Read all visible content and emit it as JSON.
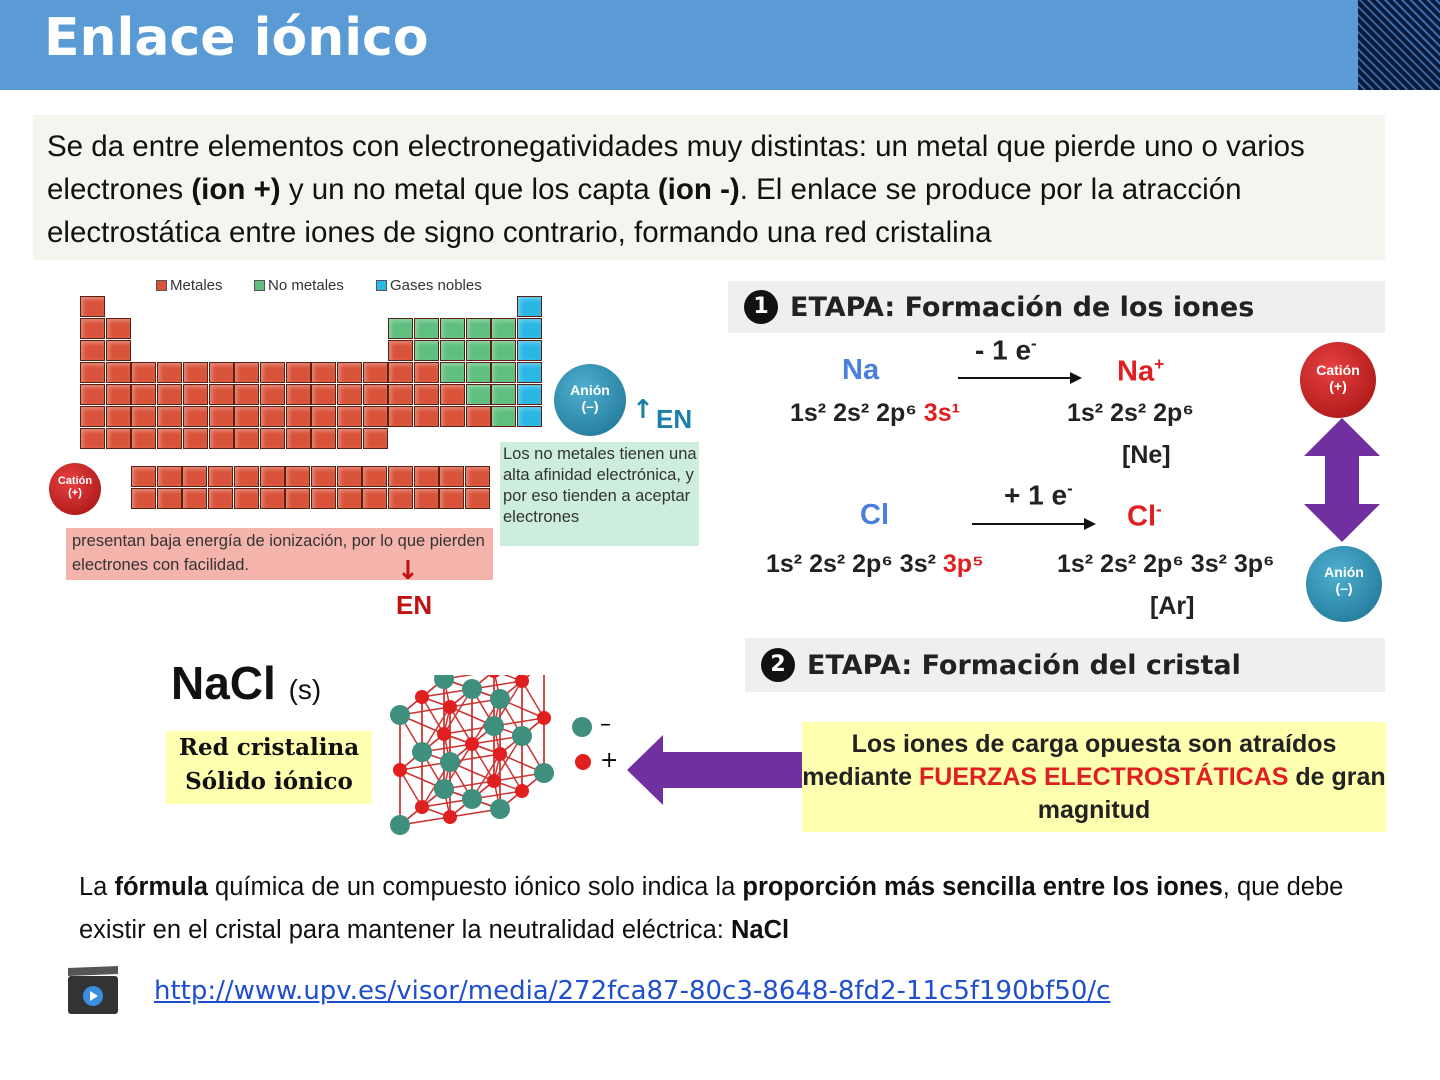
{
  "title": "Enlace iónico",
  "intro": {
    "p1": "Se da entre elementos con electronegatividades muy distintas: un metal que pierde uno o varios electrones ",
    "b1": "(ion +)",
    "p2": " y un no metal que los capta ",
    "b2": "(ion -)",
    "p3": ". El enlace se produce por la atracción electrostática entre iones de signo contrario, formando una red cristalina"
  },
  "periodic": {
    "legend": [
      "Metales",
      "No metales",
      "Gases nobles"
    ],
    "colors": {
      "metal": "#d9533a",
      "nonmetal": "#5fbf7f",
      "noble": "#2bb7e6"
    },
    "cation": "Catión",
    "cation_sign": "(+)",
    "anion": "Anión",
    "anion_sign": "(–)",
    "metal_note": "presentan baja energía de ionización, por lo que pierden electrones con facilidad.",
    "nonmetal_note": "Los no metales tienen una alta afinidad electrónica, y por eso tienden a aceptar electrones",
    "en_up": "EN",
    "en_down": "EN"
  },
  "etapa1": {
    "num": "1",
    "label": "ETAPA: Formación de los iones",
    "na": "Na",
    "na_arrow": "- 1 e",
    "na_ion": "Na",
    "na_ion_sup": "+",
    "na_conf": "1s² 2s² 2p⁶ ",
    "na_conf_red": "3s¹",
    "na_ion_conf": "1s² 2s² 2p⁶",
    "ne": "[Ne]",
    "cl": "Cl",
    "cl_arrow": "+ 1 e",
    "cl_ion": "Cl",
    "cl_ion_sup": "-",
    "cl_conf": "1s² 2s² 2p⁶ 3s² ",
    "cl_conf_red": "3p⁵",
    "cl_ion_conf": "1s² 2s² 2p⁶ 3s² 3p⁶",
    "ar": "[Ar]",
    "cation": "Catión",
    "cation_sign": "(+)",
    "anion": "Anión",
    "anion_sign": "(–)"
  },
  "etapa2": {
    "num": "2",
    "label": "ETAPA: Formación del cristal",
    "box_p1": "Los iones de carga opuesta son atraídos mediante ",
    "box_red": "FUERZAS ELECTROSTÁTICAS",
    "box_p2": " de gran magnitud"
  },
  "nacl": {
    "formula": "NaCl",
    "state": "(s)",
    "red": "Red cristalina",
    "solid": "Sólido iónico",
    "minus": "–",
    "plus": "+"
  },
  "footer": {
    "p1": "La ",
    "b1": "fórmula",
    "p2": " química de un compuesto iónico solo indica la ",
    "b2": "proporción más sencilla entre los iones",
    "p3": ", que debe existir en el cristal para mantener la neutralidad eléctrica: ",
    "b3": "NaCl"
  },
  "link": "http://www.upv.es/visor/media/272fca87-80c3-8648-8fd2-11c5f190bf50/c"
}
